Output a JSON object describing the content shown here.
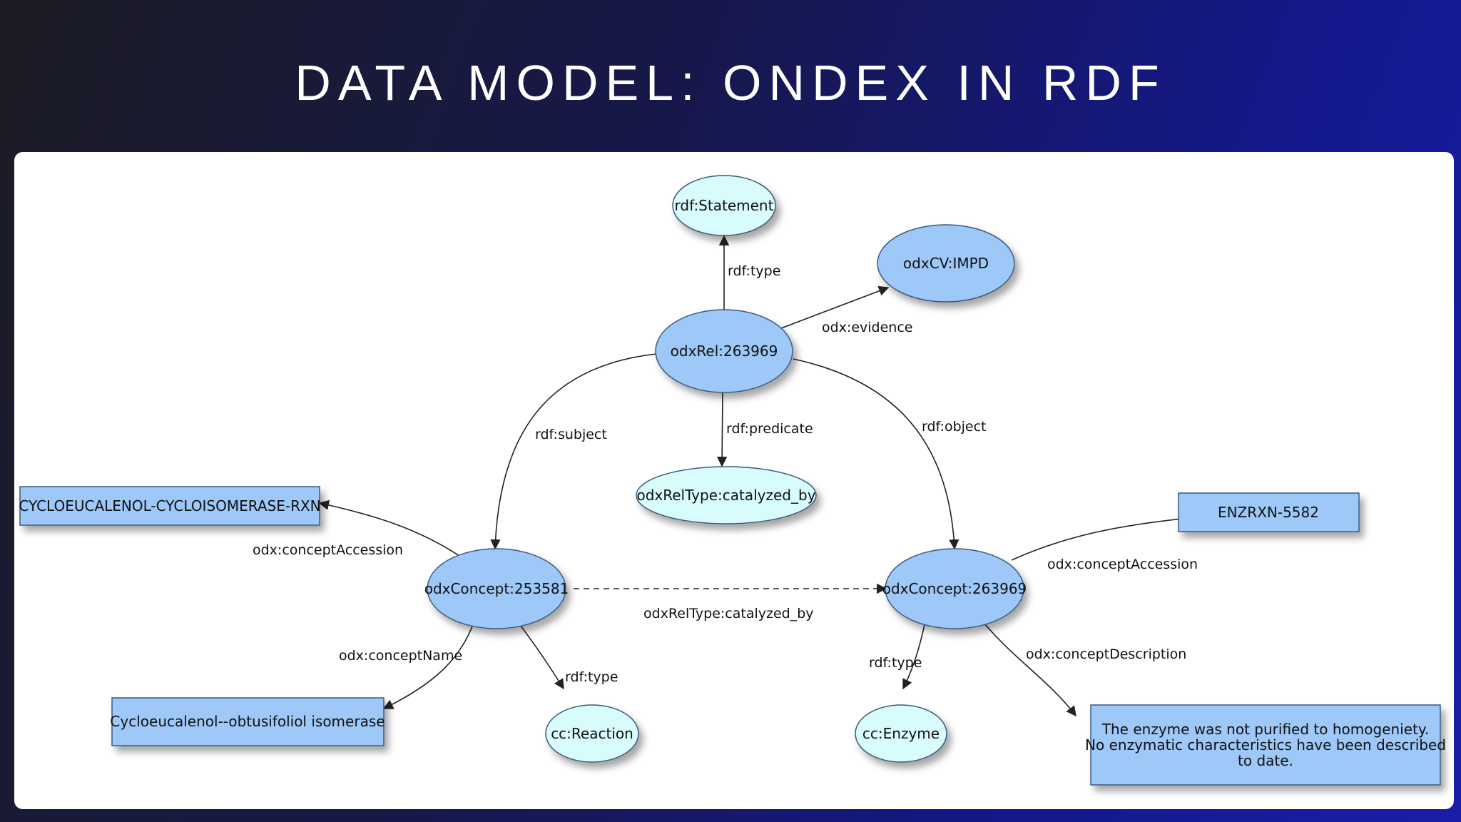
{
  "slide": {
    "title": "DATA MODEL: ONDEX IN RDF"
  },
  "colors": {
    "blue_fill": "#9dc8f7",
    "cyan_fill": "#d8fbfb",
    "stroke": "#3a5a80",
    "edge": "#222222"
  },
  "nodes": {
    "rdf_statement": "rdf:Statement",
    "odxcv_impd": "odxCV:IMPD",
    "odxrel": "odxRel:263969",
    "odxreltype": "odxRelType:catalyzed_by",
    "concept_253581": "odxConcept:253581",
    "concept_263969": "odxConcept:263969",
    "cycloeucalenol_rxn": "CYCLOEUCALENOL-CYCLOISOMERASE-RXN",
    "enzrxn": "ENZRXN-5582",
    "isomerase_name": "Cycloeucalenol--obtusifoliol isomerase",
    "cc_reaction": "cc:Reaction",
    "cc_enzyme": "cc:Enzyme",
    "description_lines": [
      "The enzyme was not purified to homogeniety.",
      "No enzymatic characteristics have been described",
      "to date."
    ]
  },
  "edges": {
    "rdf_type_top": "rdf:type",
    "odx_evidence": "odx:evidence",
    "rdf_subject": "rdf:subject",
    "rdf_predicate": "rdf:predicate",
    "rdf_object": "rdf:object",
    "concept_accession_left": "odx:conceptAccession",
    "concept_accession_right": "odx:conceptAccession",
    "catalyzed_by_dashed": "odxRelType:catalyzed_by",
    "concept_name": "odx:conceptName",
    "rdf_type_left": "rdf:type",
    "rdf_type_right": "rdf:type",
    "concept_description": "odx:conceptDescription"
  }
}
